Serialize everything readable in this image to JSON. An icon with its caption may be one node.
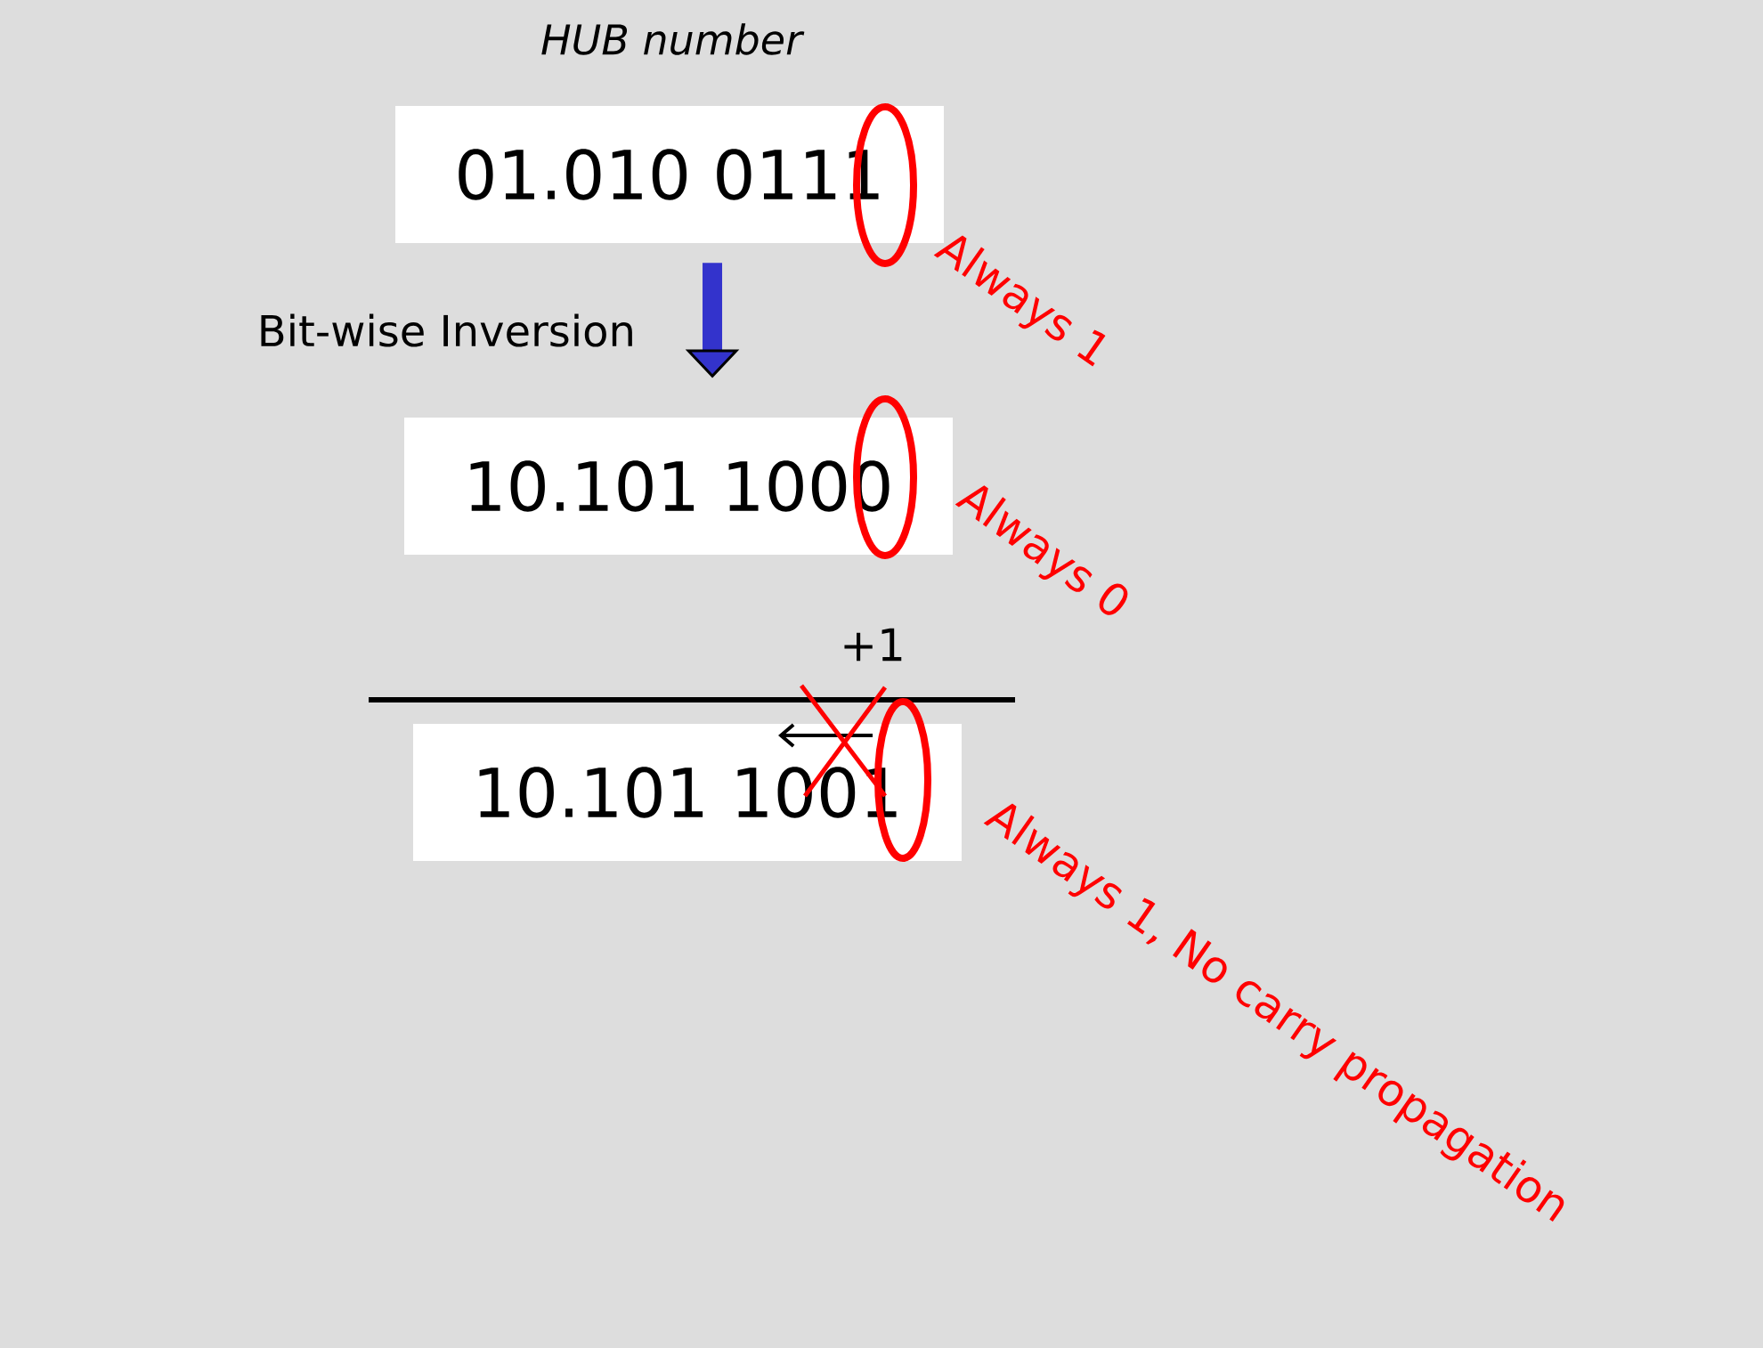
{
  "diagram": {
    "title": "HUB number",
    "nodes": [
      {
        "text": [
          "01.010 0111"
        ]
      },
      {
        "text": [
          "10.101 1000"
        ]
      },
      {
        "text": [
          "10.101 1001"
        ]
      },
      {
        "text": [],
        "shape": "ellipse"
      },
      {
        "text": [],
        "shape": "ellipse"
      },
      {
        "text": [],
        "shape": "ellipse"
      }
    ],
    "edges": [
      {
        "from": 0,
        "to": 1,
        "arrow": "to",
        "label": "Bit-wise Inversion"
      }
    ],
    "labels": [
      "Always 1",
      "Always 0",
      "+1",
      "Always 1, No carry propagation"
    ]
  }
}
